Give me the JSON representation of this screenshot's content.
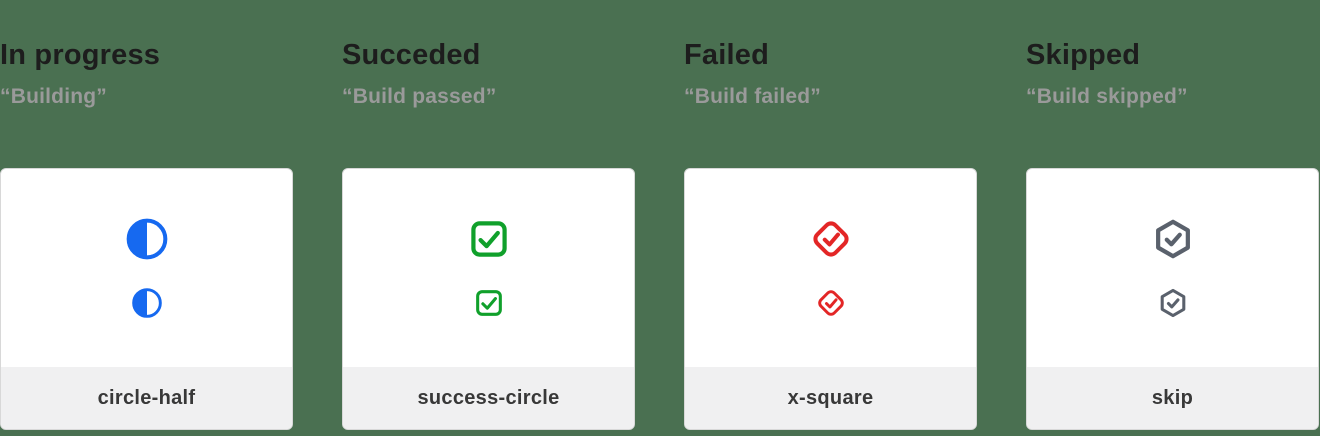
{
  "page": {
    "background_color": "#4a7051",
    "card_body_color": "#ffffff",
    "card_footer_color": "#f0f0f1",
    "card_border_color": "#d8d8d8",
    "title_color": "#1d1d1d",
    "quote_color": "#9a9a9a"
  },
  "columns": [
    {
      "title": "In progress",
      "quote": "“Building”",
      "icon_name": "circle-half",
      "icon": "circle-half-icon",
      "color": "#1669f0"
    },
    {
      "title": "Succeded",
      "quote": "“Build passed”",
      "icon_name": "success-circle",
      "icon": "check-square-icon",
      "color": "#10a02b"
    },
    {
      "title": "Failed",
      "quote": "“Build failed”",
      "icon_name": "x-square",
      "icon": "check-diamond-icon",
      "color": "#e32626"
    },
    {
      "title": "Skipped",
      "quote": "“Build skipped”",
      "icon_name": "skip",
      "icon": "check-hexagon-icon",
      "color": "#5a616c"
    }
  ]
}
